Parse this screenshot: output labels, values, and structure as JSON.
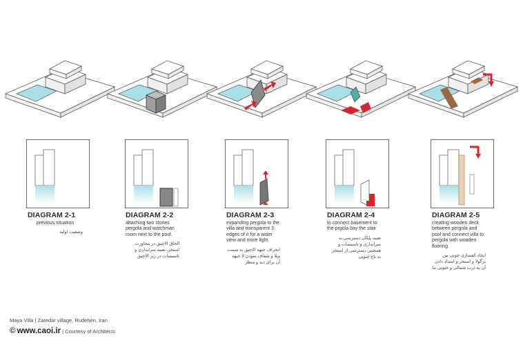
{
  "diagrams": [
    {
      "title": "DIAGRAM 2-1",
      "en": "previous situation",
      "fa": "وضعیت اولیه"
    },
    {
      "title": "DIAGRAM 2-2",
      "en": "attaching two stories pergola and watchman room next to the pool.",
      "fa": "الحاق الاچیق در مجاورت استخر. تعبیه سرایداری و تاسیسات در زیر الاچیق"
    },
    {
      "title": "DIAGRAM 2-3",
      "en": "expanding pergola to the villa and transparent 3 edges of it for a wider view and more light.",
      "fa": "انحراف جبهه الاچیق به سمت ویلا و شفاف نمودن 3 جبهه آن برای دید و منظر"
    },
    {
      "title": "DIAGRAM 2-4",
      "en": "to connect basement to the prgola bay the stair",
      "fa": "تعبیه پلکان دسترسی به سرایداری و تاسیسات و همچنین دسترسی از استخر به باغ جنوبی"
    },
    {
      "title": "DIAGRAM 2-5",
      "en": "creating wooden deck between pergola and pool and connect villa to pergola with wooden flooring.",
      "fa": "ایجاد کفسازی چوبی بین پرگولا و استخر و امتداد دادن آن به درب شمالی و جنوبی بنا"
    }
  ],
  "footer": {
    "project": "Maya Villa  |  Zaredar village, Rudehen, Iran",
    "copyright": "©",
    "site": "www.caoi.ir",
    "credit": "|  Courtesy of Architects"
  },
  "colors": {
    "pool": "#a9dfe9",
    "red": "#d6262d",
    "wood": "#9a6a44",
    "line": "#555555"
  }
}
